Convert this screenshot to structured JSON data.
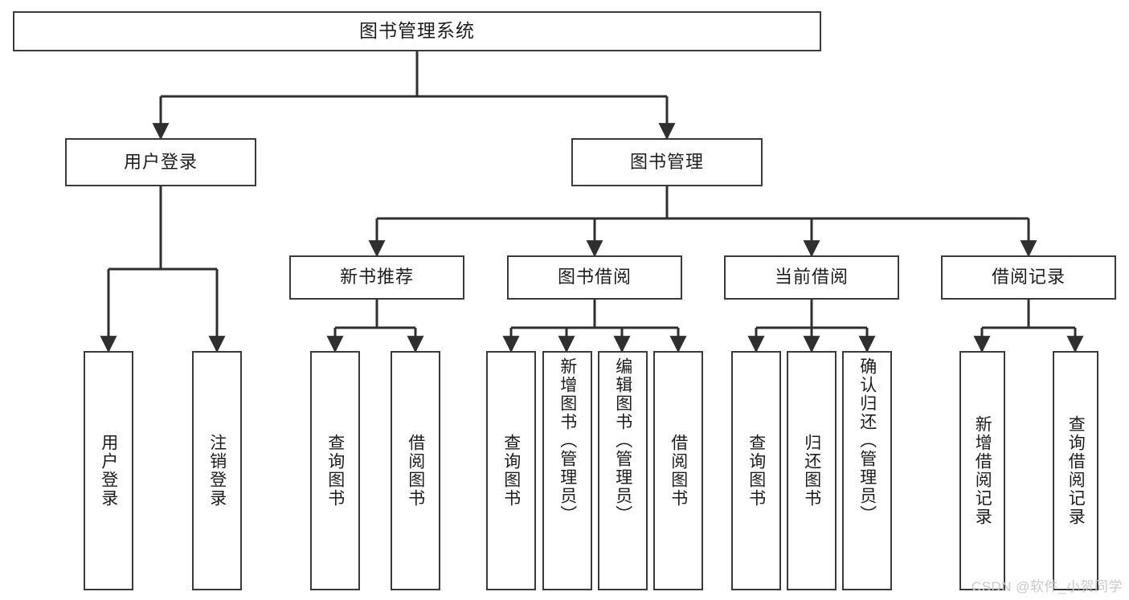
{
  "diagram": {
    "type": "tree",
    "title": "图书管理系统",
    "root": {
      "label": "图书管理系统"
    },
    "tier2": [
      {
        "label": "用户登录"
      },
      {
        "label": "图书管理"
      }
    ],
    "tier3": [
      {
        "label": "新书推荐"
      },
      {
        "label": "图书借阅"
      },
      {
        "label": "当前借阅"
      },
      {
        "label": "借阅记录"
      }
    ],
    "leaves": {
      "user_login": [
        {
          "label": "用户登录"
        },
        {
          "label": "注销登录"
        }
      ],
      "new_book": [
        {
          "label": "查询图书"
        },
        {
          "label": "借阅图书"
        }
      ],
      "borrow": [
        {
          "label": "查询图书"
        },
        {
          "label": "新增图书（管理员）"
        },
        {
          "label": "编辑图书（管理员）"
        },
        {
          "label": "借阅图书"
        }
      ],
      "current": [
        {
          "label": "查询图书"
        },
        {
          "label": "归还图书"
        },
        {
          "label": "确认归还（管理员）"
        }
      ],
      "records": [
        {
          "label": "新增借阅记录"
        },
        {
          "label": "查询借阅记录"
        }
      ]
    }
  },
  "watermark": {
    "text": "CSDN @软件_小贺同学"
  },
  "colors": {
    "background": "#ffffff",
    "box_border": "#3a3a3a",
    "box_fill": "#ffffff",
    "text": "#1d1d1d",
    "connector": "#2f2f2f",
    "watermark": "#c9c9c9"
  }
}
